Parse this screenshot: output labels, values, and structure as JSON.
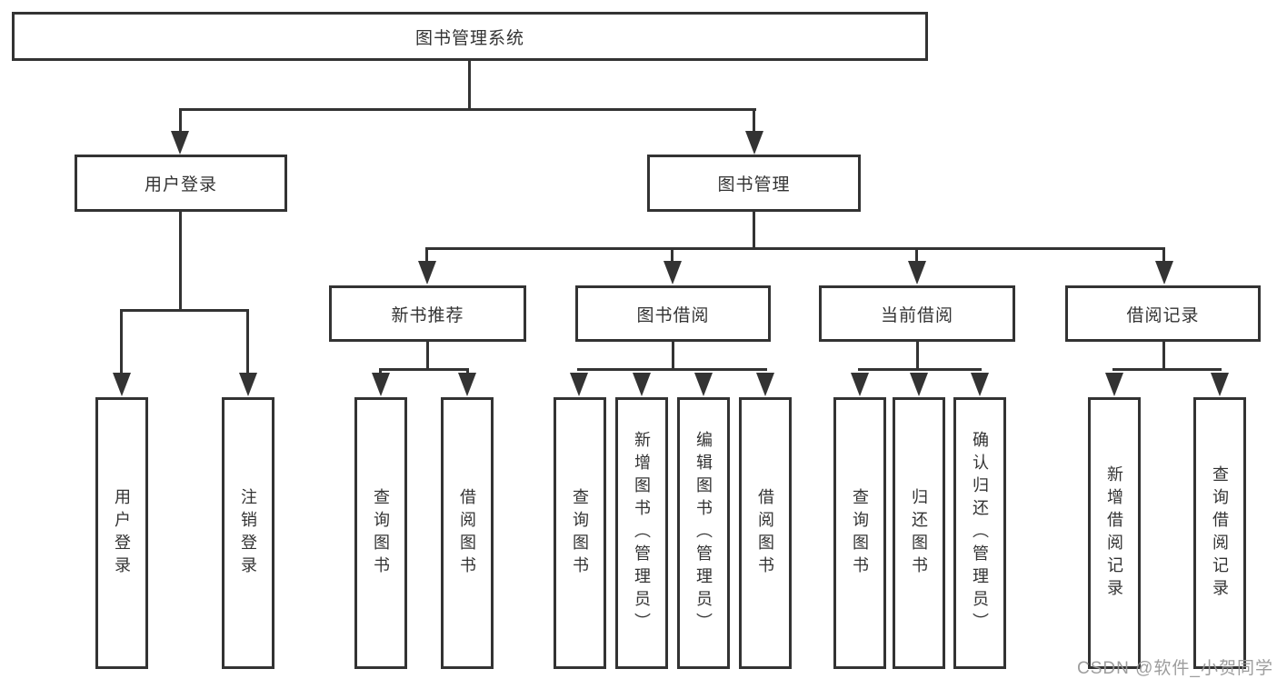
{
  "diagram": {
    "title_node": {
      "label": "图书管理系统"
    },
    "level2": [
      {
        "label": "用户登录"
      },
      {
        "label": "图书管理"
      }
    ],
    "level3": [
      {
        "label": "新书推荐"
      },
      {
        "label": "图书借阅"
      },
      {
        "label": "当前借阅"
      },
      {
        "label": "借阅记录"
      }
    ],
    "leaves": {
      "user_login": [
        {
          "label": "用户登录"
        },
        {
          "label": "注销登录"
        }
      ],
      "new_book_recommend": [
        {
          "label": "查询图书"
        },
        {
          "label": "借阅图书"
        }
      ],
      "book_borrowing": [
        {
          "label": "查询图书"
        },
        {
          "label": "新增图书（管理员）"
        },
        {
          "label": "编辑图书（管理员）"
        },
        {
          "label": "借阅图书"
        }
      ],
      "current_borrowing": [
        {
          "label": "查询图书"
        },
        {
          "label": "归还图书"
        },
        {
          "label": "确认归还（管理员）"
        }
      ],
      "borrow_records": [
        {
          "label": "新增借阅记录"
        },
        {
          "label": "查询借阅记录"
        }
      ]
    },
    "colors": {
      "line": "#333333",
      "text": "#333333",
      "background": "#ffffff",
      "watermark": "#989898"
    }
  },
  "watermark": {
    "text": "CSDN @软件_小贺同学"
  }
}
